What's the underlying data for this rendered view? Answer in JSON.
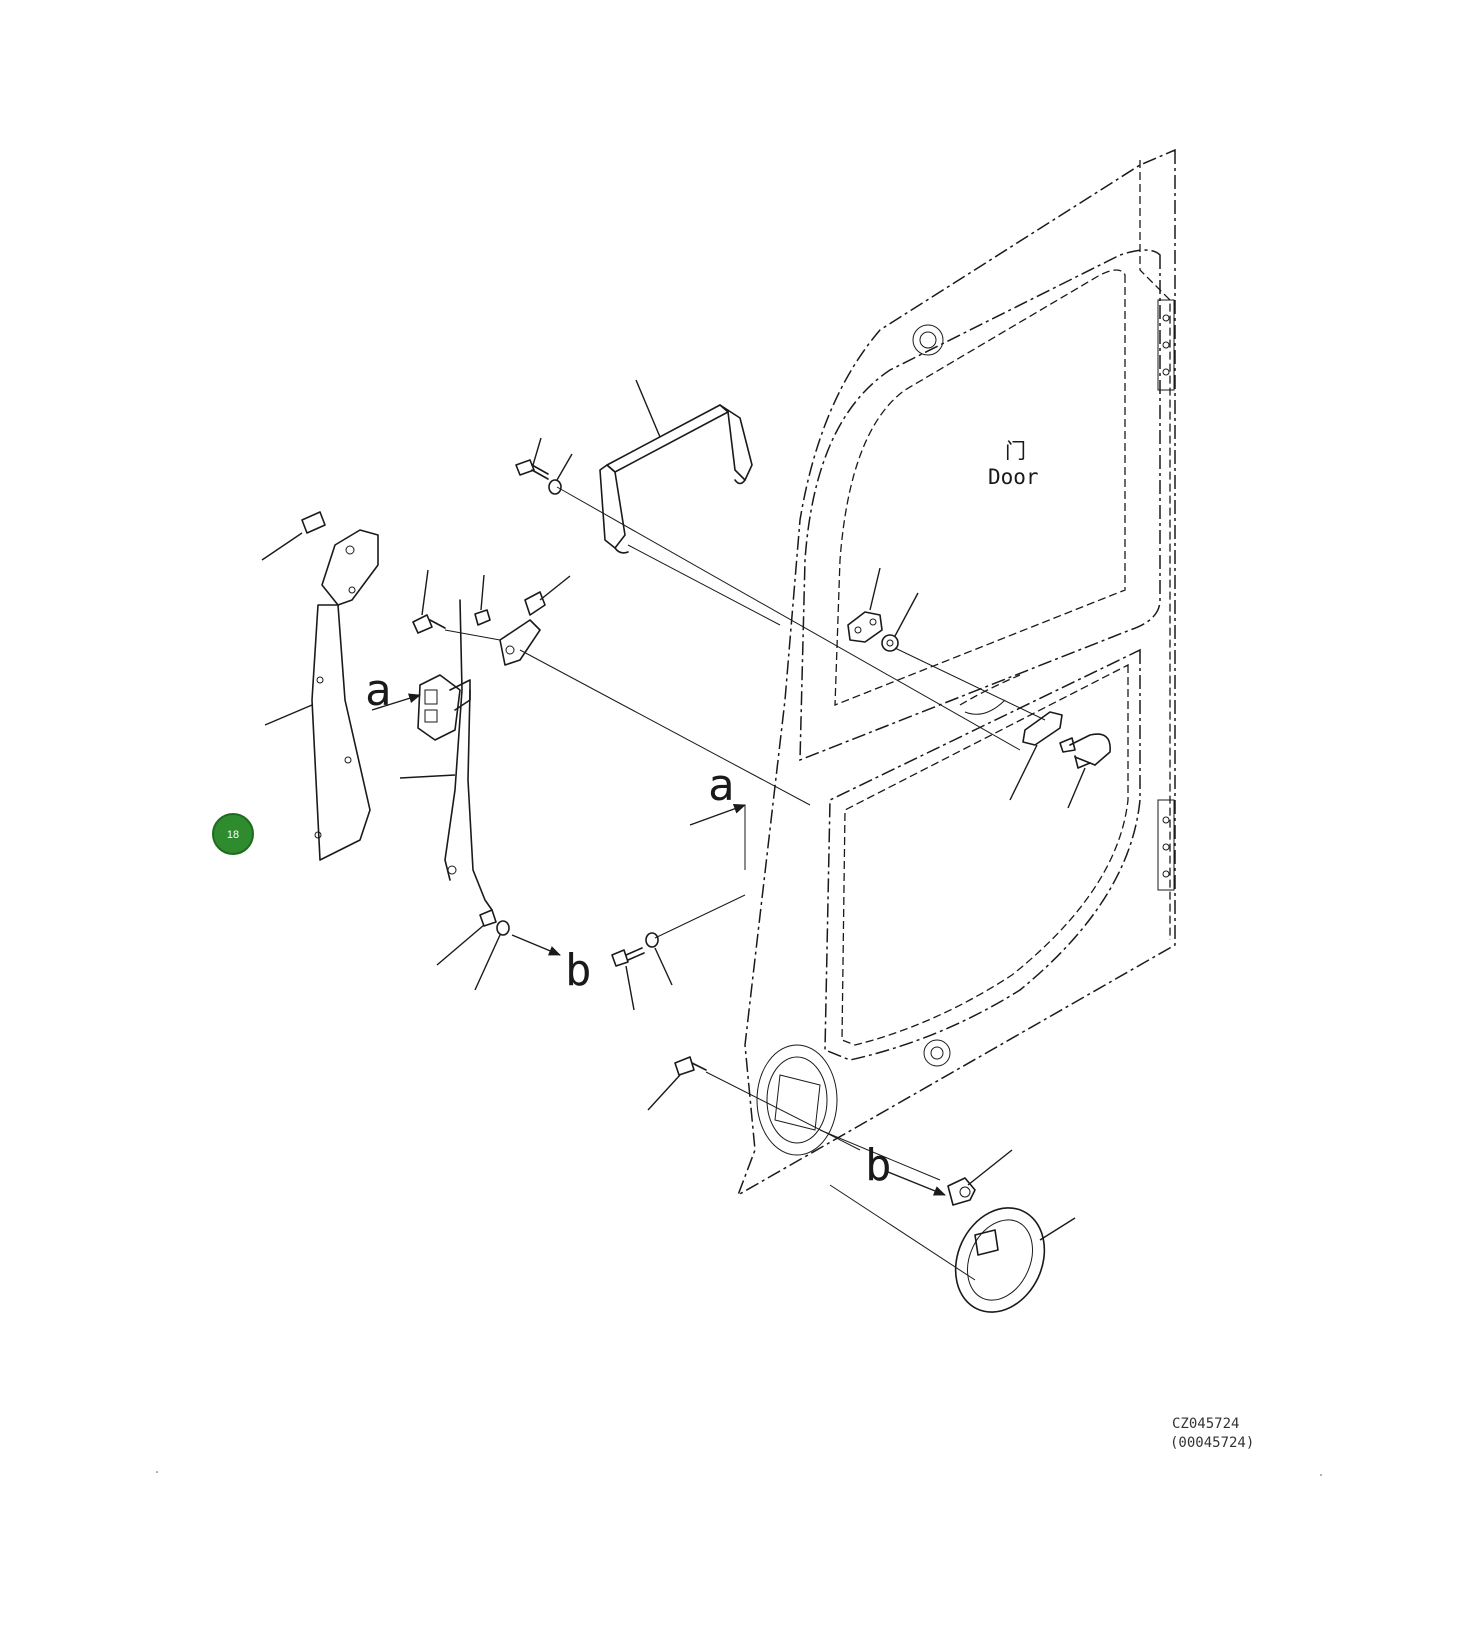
{
  "door_label_jp": "门",
  "door_label_en": "Door",
  "ref_a": "a",
  "ref_b": "b",
  "drawing_code": "CZ045724",
  "drawing_code_sub": "(00045724)",
  "badge": {
    "number": "18",
    "color": "#2e8b2e"
  }
}
